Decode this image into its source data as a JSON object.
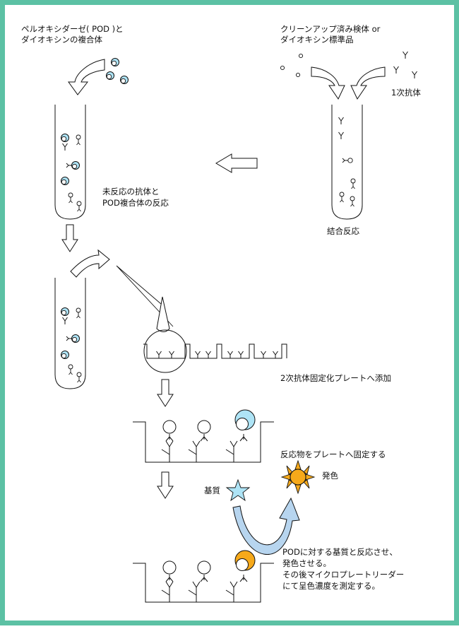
{
  "labels": {
    "pod_complex_line1": "ペルオキシダーゼ( POD )と",
    "pod_complex_line2": "ダイオキシンの複合体",
    "sample_line1": "クリーンアップ済み検体 or",
    "sample_line2": "ダイオキシン標準品",
    "primary_antibody": "1次抗体",
    "binding_reaction": "結合反応",
    "unreacted_line1": "未反応の抗体と",
    "unreacted_line2": "POD複合体の反応",
    "add_to_plate": "2次抗体固定化プレートへ添加",
    "fix_to_plate": "反応物をプレートへ固定する",
    "substrate": "基質",
    "color_development": "発色",
    "final_line1": "PODに対する基質と反応させ、",
    "final_line2": "発色させる。",
    "final_line3": "その後マイクロプレートリーダー",
    "final_line4": "にて呈色濃度を測定する。"
  },
  "colors": {
    "border": "#5cc1a4",
    "pod_blue": "#aee4f6",
    "substrate_star": "#aee4f6",
    "sun_yellow": "#f6a91a",
    "curved_arrow": "#b7d5ef",
    "ink": "#111111"
  },
  "icons": {
    "substrate": "star-icon",
    "color_development": "sun-icon"
  }
}
